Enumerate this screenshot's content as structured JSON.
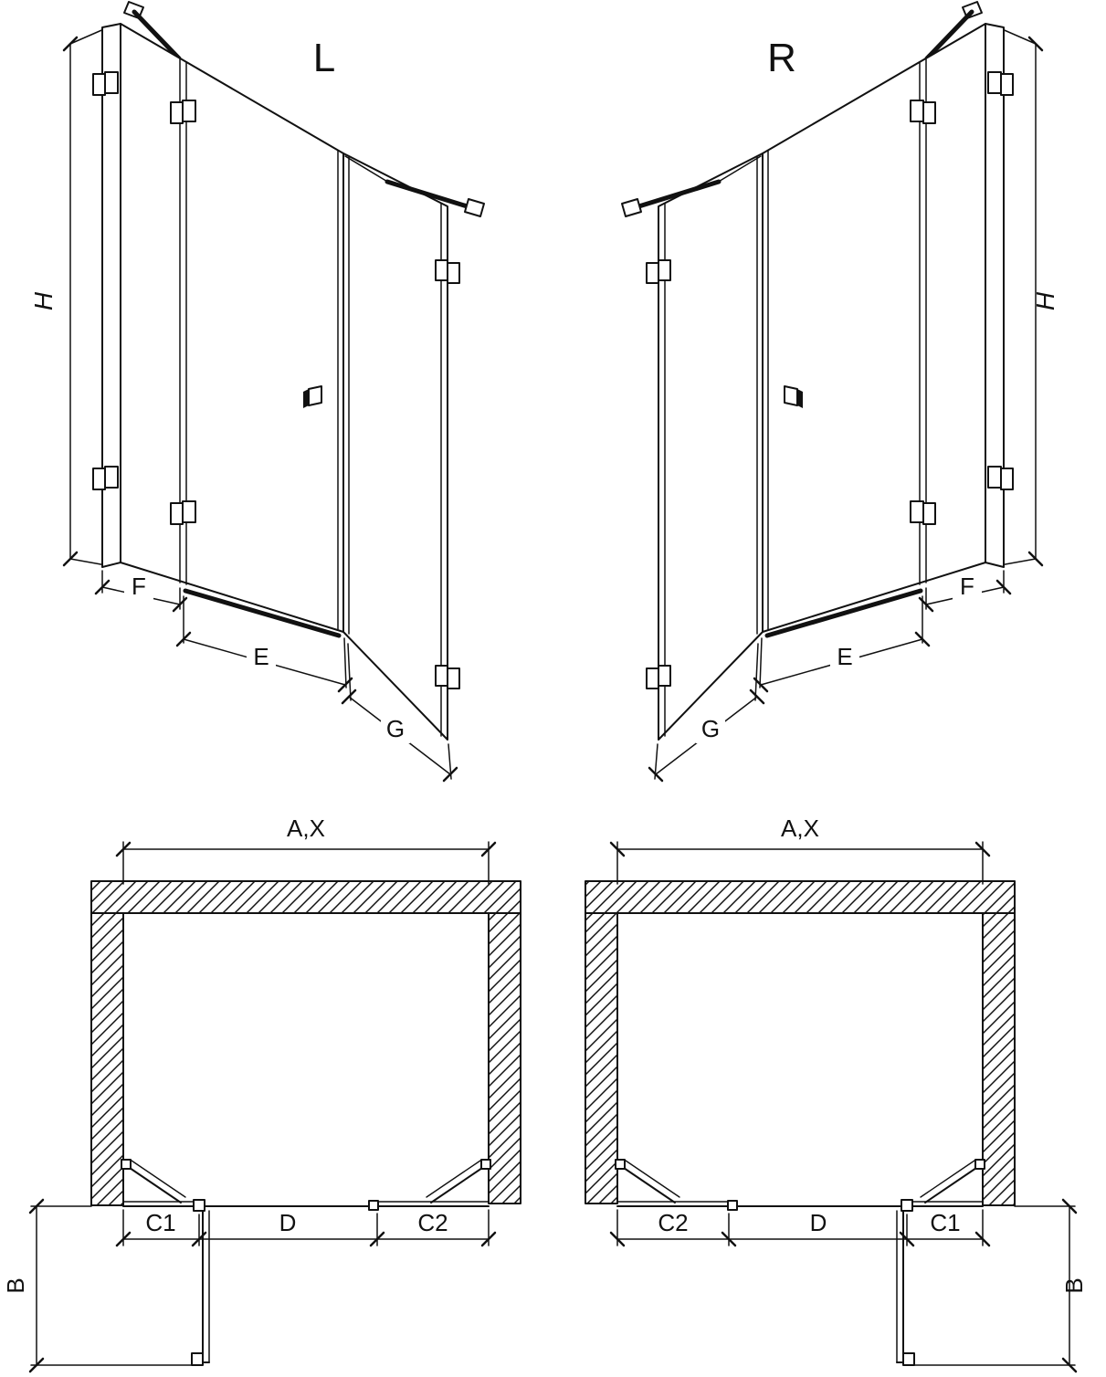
{
  "colors": {
    "line": "#111111",
    "background": "#ffffff"
  },
  "views": {
    "perspective_left": {
      "title": "L",
      "dim_height": "H",
      "dim_fixed_panel": "F",
      "dim_door": "E",
      "dim_return_panel": "G"
    },
    "perspective_right": {
      "title": "R",
      "dim_height": "H",
      "dim_fixed_panel": "F",
      "dim_door": "E",
      "dim_return_panel": "G"
    },
    "plan_left": {
      "dim_width": "A,X",
      "dim_segment_c1": "C1",
      "dim_door": "D",
      "dim_segment_c2": "C2",
      "dim_depth": "B"
    },
    "plan_right": {
      "dim_width": "A,X",
      "dim_segment_c1": "C1",
      "dim_door": "D",
      "dim_segment_c2": "C2",
      "dim_depth": "B"
    }
  }
}
